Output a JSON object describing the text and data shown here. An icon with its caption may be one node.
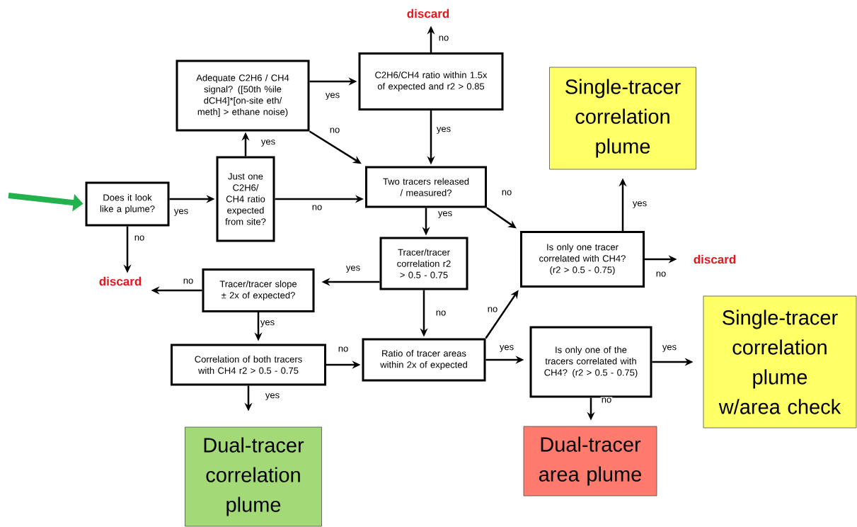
{
  "diagram": {
    "nodes": [
      {
        "text": [
          "Does it look like a plume?"
        ]
      },
      {
        "text": [
          "Just one C2H6/ CH4 ratio expected from site?"
        ]
      },
      {
        "text": [
          "Adequate C2H6 / CH4 signal? ([50th %ile dCH4]*[on-site eth/ meth] > ethane noise)"
        ]
      },
      {
        "text": [
          "C2H6/CH4 ratio within 1.5x of expected and r2 > 0.85"
        ]
      },
      {
        "text": [
          "discard"
        ]
      },
      {
        "text": [
          "Two tracers released / measured?"
        ]
      },
      {
        "text": [
          "Tracer/tracer correlation r2 > 0.5 - 0.75"
        ]
      },
      {
        "text": [
          "Is only one tracer correlated with CH4? (r2 > 0.5 - 0.75)"
        ]
      },
      {
        "text": [
          "Single-tracer correlation plume"
        ]
      },
      {
        "text": [
          "discard"
        ]
      },
      {
        "text": [
          "discard"
        ]
      },
      {
        "text": [
          "Tracer/tracer slope ± 2x of expected?"
        ]
      },
      {
        "text": [
          "Correlation of both tracers with CH4 r2 > 0.5 - 0.75"
        ]
      },
      {
        "text": [
          "Ratio of tracer areas within 2x of expected"
        ]
      },
      {
        "text": [
          "Is only one of the tracers correlated with CH4? (r2 > 0.5 - 0.75)"
        ]
      },
      {
        "text": [
          "Single-tracer correlation plume w/area check"
        ]
      },
      {
        "text": [
          "Dual-tracer correlation plume"
        ]
      },
      {
        "text": [
          "Dual-tracer area plume"
        ]
      }
    ],
    "edges": [
      {
        "from": null,
        "to": 0,
        "arrow": "to",
        "style": "thick",
        "color": "#22b14c"
      },
      {
        "from": 0,
        "to": 1,
        "arrow": "to",
        "label": "yes"
      },
      {
        "from": 0,
        "to": 10,
        "arrow": "to",
        "label": "no"
      },
      {
        "from": 1,
        "to": 2,
        "arrow": "to",
        "label": "yes"
      },
      {
        "from": 2,
        "to": 3,
        "arrow": "to",
        "label": "yes"
      },
      {
        "from": 2,
        "to": 5,
        "arrow": "to",
        "label": "no"
      },
      {
        "from": 1,
        "to": 5,
        "arrow": "to",
        "label": "no"
      },
      {
        "from": 3,
        "to": 4,
        "arrow": "to",
        "label": "no"
      },
      {
        "from": 3,
        "to": 5,
        "arrow": "to",
        "label": "yes"
      },
      {
        "from": 5,
        "to": 6,
        "arrow": "to",
        "label": "yes"
      },
      {
        "from": 5,
        "to": 7,
        "arrow": "to",
        "label": "no"
      },
      {
        "from": 6,
        "to": 11,
        "arrow": "to",
        "label": "yes"
      },
      {
        "from": 6,
        "to": 13,
        "arrow": "to",
        "label": "no"
      },
      {
        "from": 11,
        "to": 10,
        "arrow": "to",
        "label": "no"
      },
      {
        "from": 11,
        "to": 12,
        "arrow": "to",
        "label": "yes"
      },
      {
        "from": 12,
        "to": 16,
        "arrow": "to",
        "label": "yes"
      },
      {
        "from": 12,
        "to": 13,
        "arrow": "to",
        "label": "no"
      },
      {
        "from": 13,
        "to": 7,
        "arrow": "to",
        "label": "no"
      },
      {
        "from": 13,
        "to": 14,
        "arrow": "to",
        "label": "yes"
      },
      {
        "from": 7,
        "to": 8,
        "arrow": "to",
        "label": "yes"
      },
      {
        "from": 7,
        "to": 9,
        "arrow": "to",
        "label": "no"
      },
      {
        "from": 14,
        "to": 15,
        "arrow": "to",
        "label": "yes"
      },
      {
        "from": 14,
        "to": 17,
        "arrow": "to",
        "label": "no"
      }
    ]
  }
}
